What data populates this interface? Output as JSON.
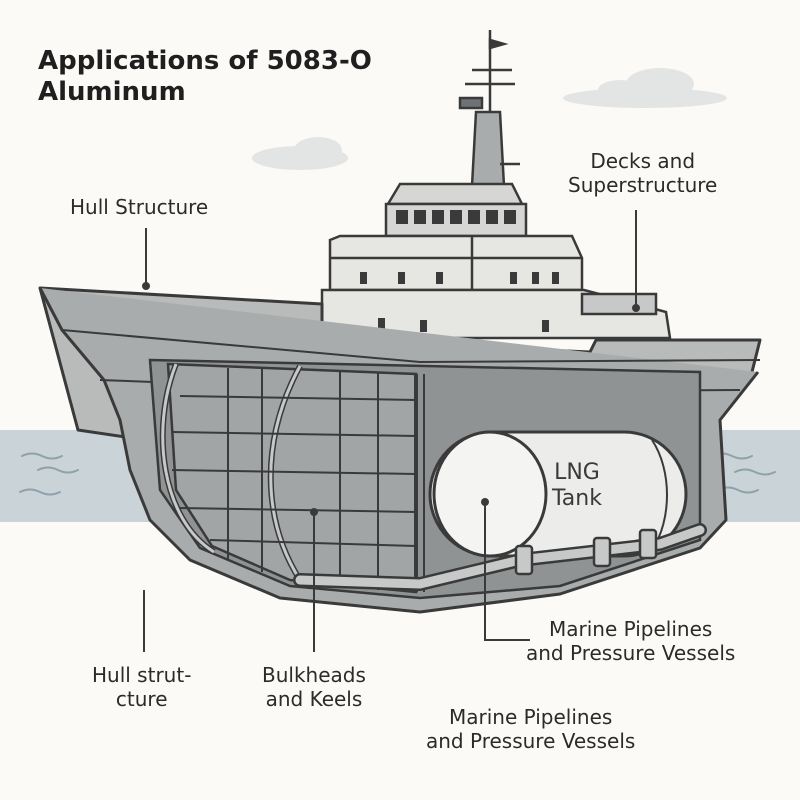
{
  "title": "Applications of 5083-O\nAluminum",
  "labels": {
    "hull_structure_top": "Hull Structure",
    "decks_superstructure": "Decks and\nSuperstructure",
    "lng_tank": "LNG\nTank",
    "marine_pipelines_1": "Marine Pipelines\nand Pressure Vessels",
    "hull_structure_bottom": "Hull strut-\ncture",
    "bulkheads_keels": "Bulkheads\nand Keels",
    "marine_pipelines_2": "Marine Pipelines\nand Pressure Vessels"
  },
  "colors": {
    "background": "#fbfaf6",
    "sea": "#c9d3d8",
    "hull_light": "#c7c9c9",
    "hull_mid": "#a9acad",
    "hull_dark": "#6e7274",
    "superstructure": "#e6e6e3",
    "tank": "#ececea",
    "outline": "#3a3a3a"
  }
}
